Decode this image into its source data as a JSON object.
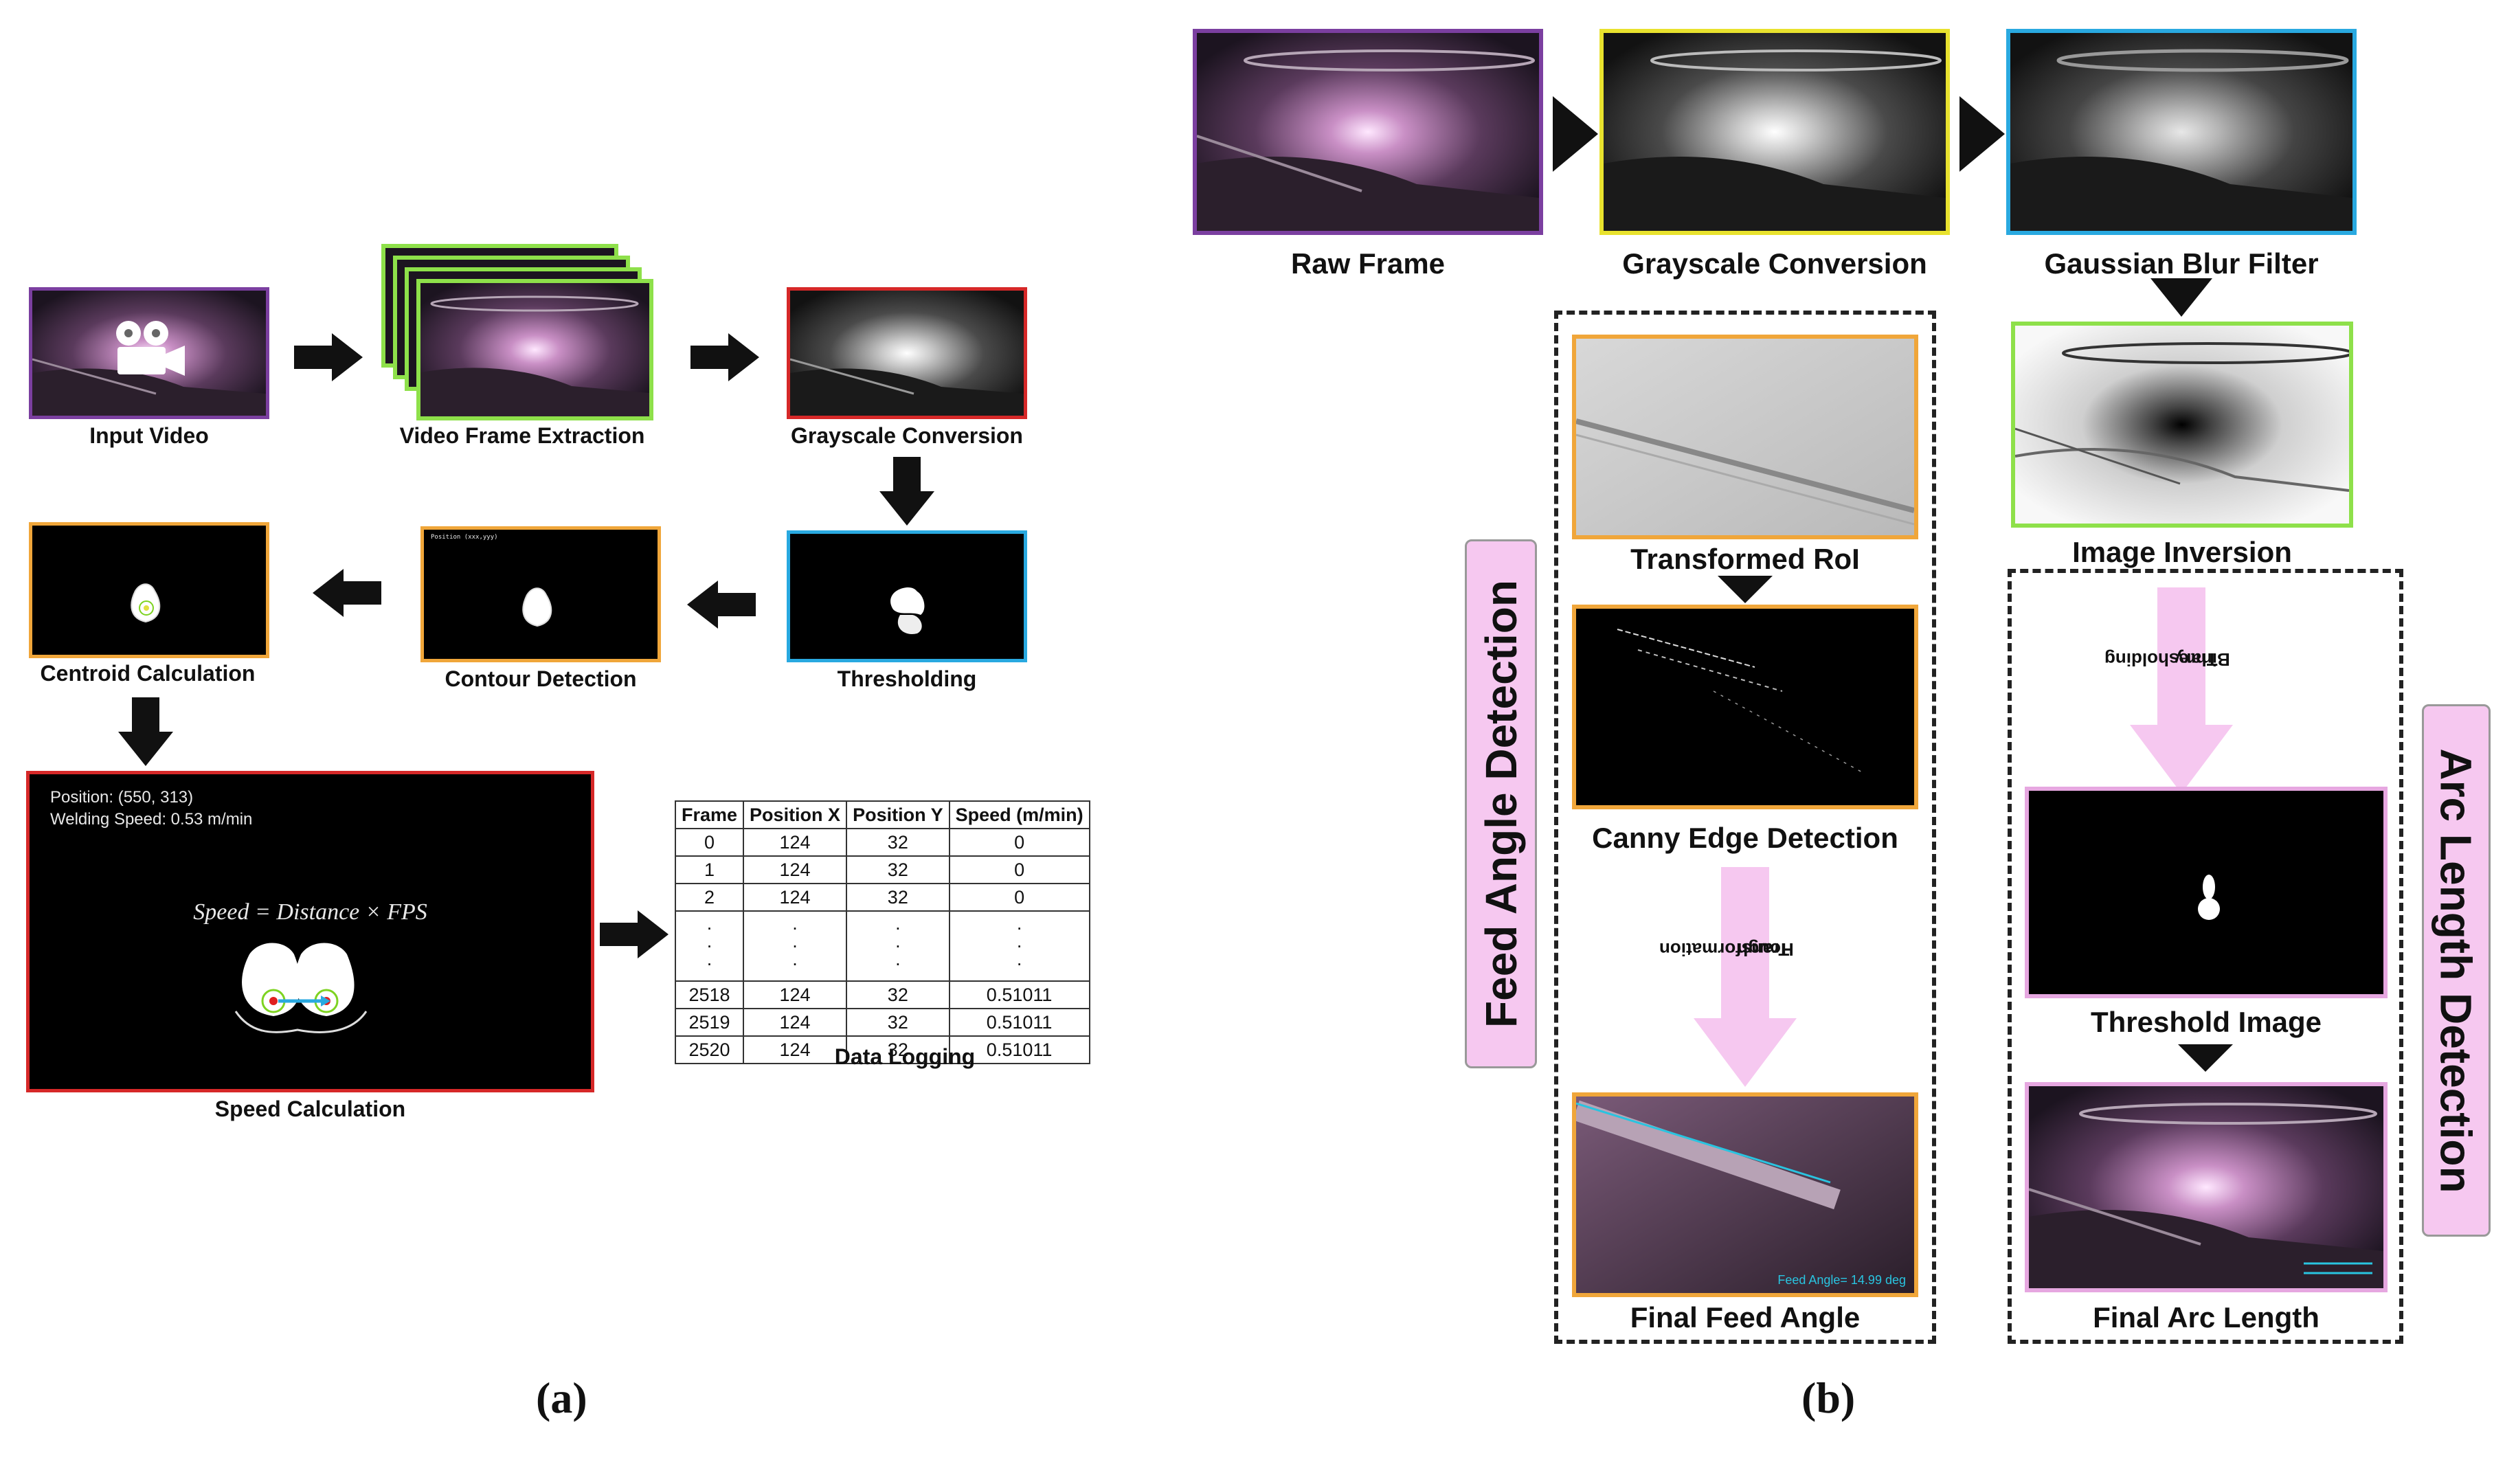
{
  "panel_a": {
    "tag": "(a)",
    "input_video": "Input Video",
    "frame_extraction": "Video Frame Extraction",
    "grayscale_conversion": "Grayscale Conversion",
    "thresholding": "Thresholding",
    "contour_detection": "Contour Detection",
    "centroid_calculation": "Centroid Calculation",
    "speed_calculation": "Speed Calculation",
    "data_logging": "Data Logging",
    "speed_overlay_position": "Position: (550, 313)",
    "speed_overlay_welding": "Welding Speed: 0.53 m/min",
    "speed_formula": "Speed = Distance × FPS",
    "table": {
      "headers": [
        "Frame",
        "Position X",
        "Position Y",
        "Speed (m/min)"
      ],
      "rows": [
        [
          "0",
          "124",
          "32",
          "0"
        ],
        [
          "1",
          "124",
          "32",
          "0"
        ],
        [
          "2",
          "124",
          "32",
          "0"
        ],
        [
          ".",
          ".",
          ".",
          "."
        ],
        [
          "2518",
          "124",
          "32",
          "0.51011"
        ],
        [
          "2519",
          "124",
          "32",
          "0.51011"
        ],
        [
          "2520",
          "124",
          "32",
          "0.51011"
        ]
      ]
    }
  },
  "panel_b": {
    "tag": "(b)",
    "raw_frame": "Raw Frame",
    "grayscale_conversion": "Grayscale Conversion",
    "gaussian_blur": "Gaussian Blur Filter",
    "image_inversion": "Image Inversion",
    "transformed_roi": "Transformed RoI",
    "canny_edge": "Canny Edge Detection",
    "hough_line1": "Hough",
    "hough_line2": "Transformation",
    "final_feed_angle": "Final Feed Angle",
    "binary_line1": "Binary",
    "binary_line2": "Thresholding",
    "threshold_image": "Threshold Image",
    "final_arc_length": "Final Arc Length",
    "feed_angle_detection": "Feed Angle Detection",
    "arc_length_detection": "Arc Length Detection",
    "feed_angle_overlay": "Feed Angle= 14.99 deg"
  },
  "colors": {
    "purple": "#7b3fa0",
    "green": "#8ee04a",
    "red": "#d62828",
    "blue": "#29a9e0",
    "orange": "#f0a63a",
    "yellow": "#e8e22e",
    "pink_border": "#e6a7e0",
    "pink_fill": "#f6c8f0"
  }
}
